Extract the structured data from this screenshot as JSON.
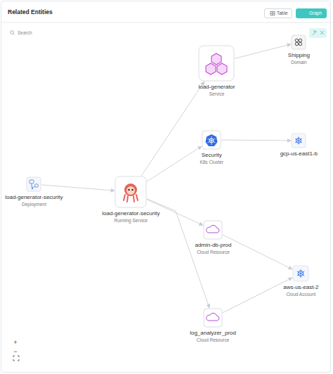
{
  "diagram": {
    "title": "Related Entities",
    "nodes": [
      {
        "text": [
          "load-generator-security",
          "Deployment"
        ]
      },
      {
        "text": [
          "load-generator-security",
          "Running Service"
        ]
      },
      {
        "text": [
          "load-generator",
          "Service"
        ]
      },
      {
        "text": [
          "Shipping",
          "Domain"
        ]
      },
      {
        "text": [
          "Security",
          "K8s Cluster"
        ]
      },
      {
        "text": [
          "gcp-us-east1-b"
        ]
      },
      {
        "text": [
          "admin-db-prod",
          "Cloud Resource"
        ]
      },
      {
        "text": [
          "aws-us-east-2",
          "Cloud Account"
        ]
      },
      {
        "text": [
          "log_analyzer_prod",
          "Cloud Resource"
        ]
      }
    ],
    "edges": [
      {
        "from": 0,
        "to": 1,
        "arrow": "to"
      },
      {
        "from": 1,
        "to": 2,
        "arrow": "to"
      },
      {
        "from": 2,
        "to": 3,
        "arrow": "to"
      },
      {
        "from": 1,
        "to": 4,
        "arrow": "to"
      },
      {
        "from": 4,
        "to": 5,
        "arrow": "to"
      },
      {
        "from": 1,
        "to": 6,
        "arrow": "to"
      },
      {
        "from": 6,
        "to": 7,
        "arrow": "to"
      },
      {
        "from": 1,
        "to": 8,
        "arrow": "to"
      },
      {
        "from": 8,
        "to": 7,
        "arrow": "to"
      }
    ],
    "labels": [
      "Table",
      "Graph",
      "Search",
      "+",
      "−"
    ]
  }
}
